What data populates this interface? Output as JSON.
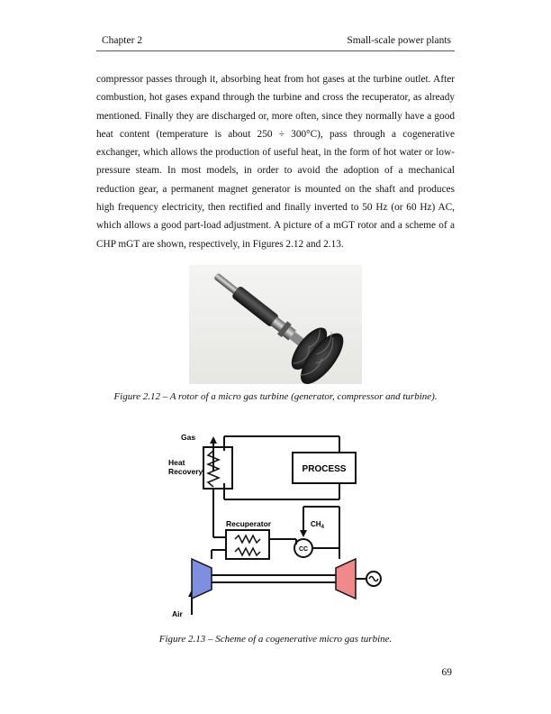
{
  "header": {
    "chapter": "Chapter 2",
    "section": "Small-scale power plants"
  },
  "body": {
    "paragraph": "compressor passes through it, absorbing heat from hot gases at the turbine outlet. After combustion, hot gases expand through the turbine and cross the recuperator, as already mentioned. Finally they are discharged or, more often, since they normally have a good heat content (temperature is about 250 ÷ 300°C), pass through a cogenerative exchanger, which allows the production of useful heat, in the form of hot water or low-pressure steam. In most models, in order to avoid the adoption of a mechanical reduction gear, a permanent magnet generator is mounted on the shaft and produces high frequency electricity, then rectified and finally inverted to 50 Hz (or 60 Hz) AC, which allows a good part-load adjustment. A picture of a mGT rotor and a scheme of a CHP mGT are shown, respectively, in Figures 2.12 and 2.13."
  },
  "figure1": {
    "caption": "Figure 2.12 – A rotor of a micro gas turbine (generator, compressor and turbine)."
  },
  "figure2": {
    "caption": "Figure 2.13 – Scheme of a cogenerative micro gas turbine.",
    "labels": {
      "gas": "Gas",
      "heat_recovery_1": "Heat",
      "heat_recovery_2": "Recovery",
      "process": "PROCESS",
      "recuperator": "Recuperator",
      "ch4": "CH",
      "ch4_sub": "4",
      "cc": "CC",
      "air": "Air"
    },
    "colors": {
      "compressor": "#7f8fe0",
      "turbine": "#f08a8a"
    }
  },
  "footer": {
    "page_number": "69"
  }
}
